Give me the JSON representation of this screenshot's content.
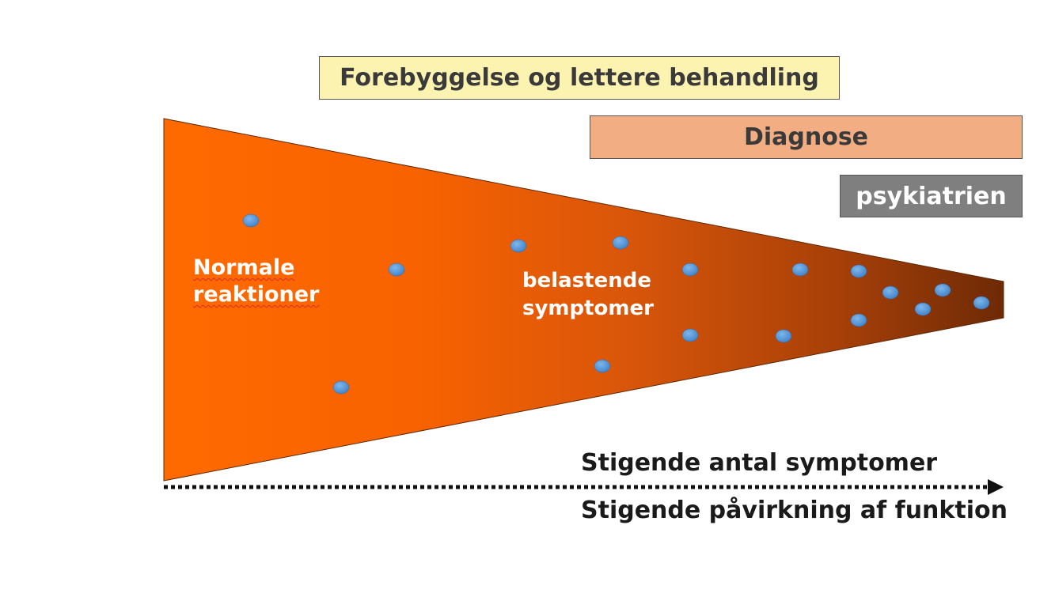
{
  "boxes": {
    "prevention": "Forebyggelse og lettere behandling",
    "diagnosis": "Diagnose",
    "psychiatry": "psykiatrien"
  },
  "funnel": {
    "label_left_line1": "Normale",
    "label_left_line2": "reaktioner",
    "label_middle_line1": "belastende",
    "label_middle_line2": "symptomer"
  },
  "axis": {
    "label_top": "Stigende antal symptomer",
    "label_bottom": "Stigende påvirkning af funktion"
  },
  "colors": {
    "funnel_start": "#ff6600",
    "funnel_end": "#7a2e05",
    "dot": "#4a90d9",
    "box_prevention": "#fdf3b0",
    "box_diagnosis": "#f3ad82",
    "box_psychiatry": "#7f7f7f"
  }
}
